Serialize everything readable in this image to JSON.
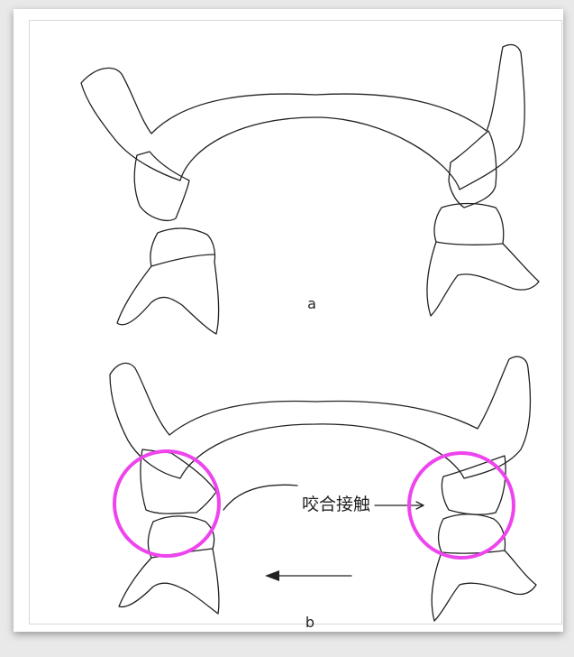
{
  "figure": {
    "panel_a_label": "a",
    "panel_b_label": "b",
    "annotation": "咬合接触",
    "highlight_color": "#ee44ee",
    "line_color": "#222222"
  }
}
